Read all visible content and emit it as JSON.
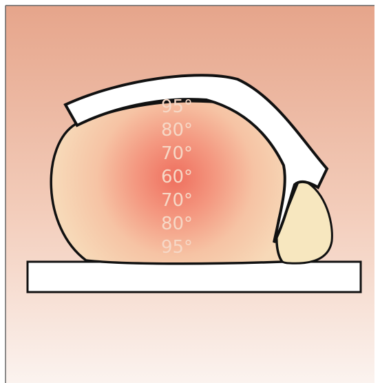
{
  "diagram": {
    "temperature_labels": [
      "95°",
      "80°",
      "70°",
      "60°",
      "70°",
      "80°",
      "95°"
    ],
    "colors": {
      "background_top": "#e6a58b",
      "background_bottom": "#fbf3ef",
      "meat_outer": "#f7d9b8",
      "meat_core": "#ef6f5e",
      "fat_cap": "#ffffff",
      "fat_side": "#f7e7bf",
      "board": "#ffffff",
      "outline": "#111111"
    }
  }
}
